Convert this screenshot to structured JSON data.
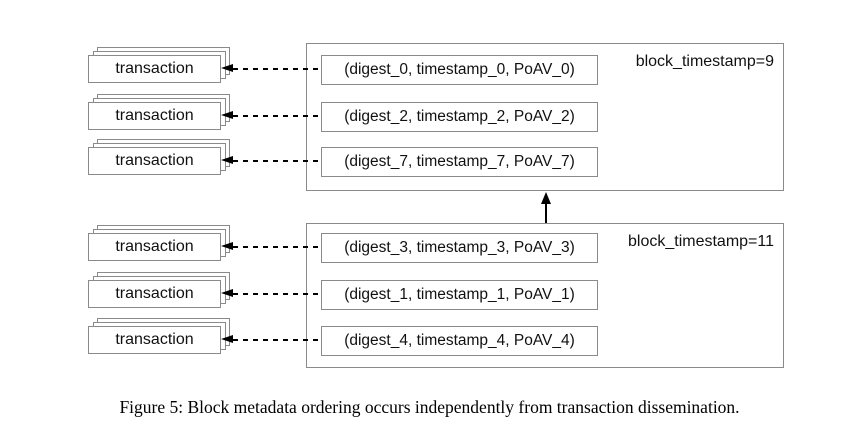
{
  "caption": "Figure 5: Block metadata ordering occurs independently from transaction dissemination.",
  "labels": {
    "transaction": "transaction"
  },
  "blocks": [
    {
      "label": "block_timestamp=9",
      "tuples": [
        "(digest_0, timestamp_0, PoAV_0)",
        "(digest_2, timestamp_2, PoAV_2)",
        "(digest_7, timestamp_7, PoAV_7)"
      ]
    },
    {
      "label": "block_timestamp=11",
      "tuples": [
        "(digest_3, timestamp_3, PoAV_3)",
        "(digest_1, timestamp_1, PoAV_1)",
        "(digest_4, timestamp_4, PoAV_4)"
      ]
    }
  ],
  "colors": {
    "box_border": "#8a8a8a",
    "arrow": "#000000",
    "text": "#111111",
    "background": "#ffffff"
  }
}
